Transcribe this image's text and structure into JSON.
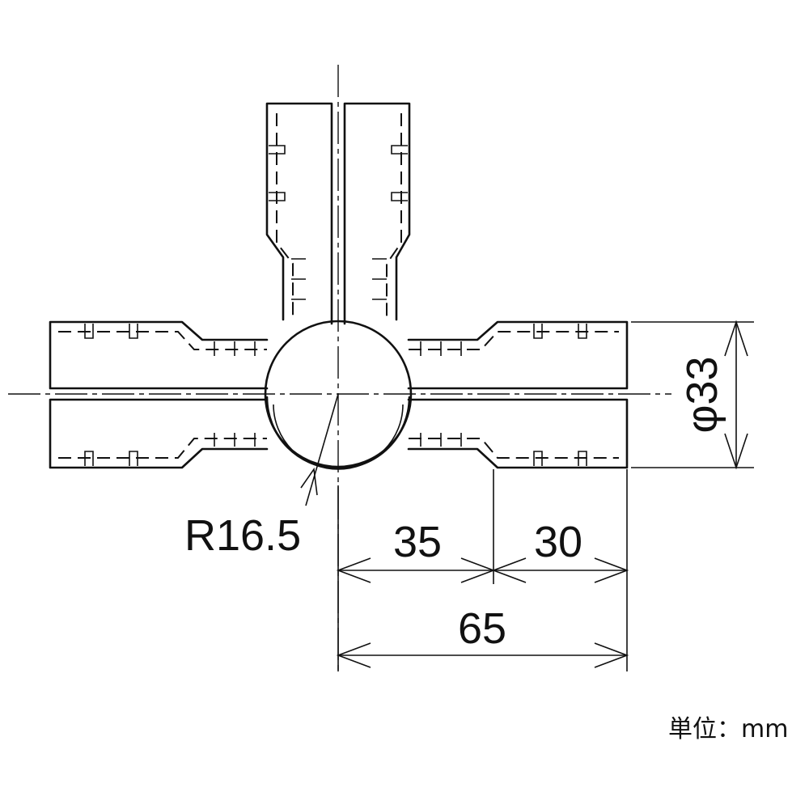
{
  "figure": {
    "radius_label": "R16.5",
    "diameter_label": "φ33",
    "dim_inner_label": "35",
    "dim_outer_label": "30",
    "dim_total_label": "65",
    "unit_label": "単位：mm"
  }
}
